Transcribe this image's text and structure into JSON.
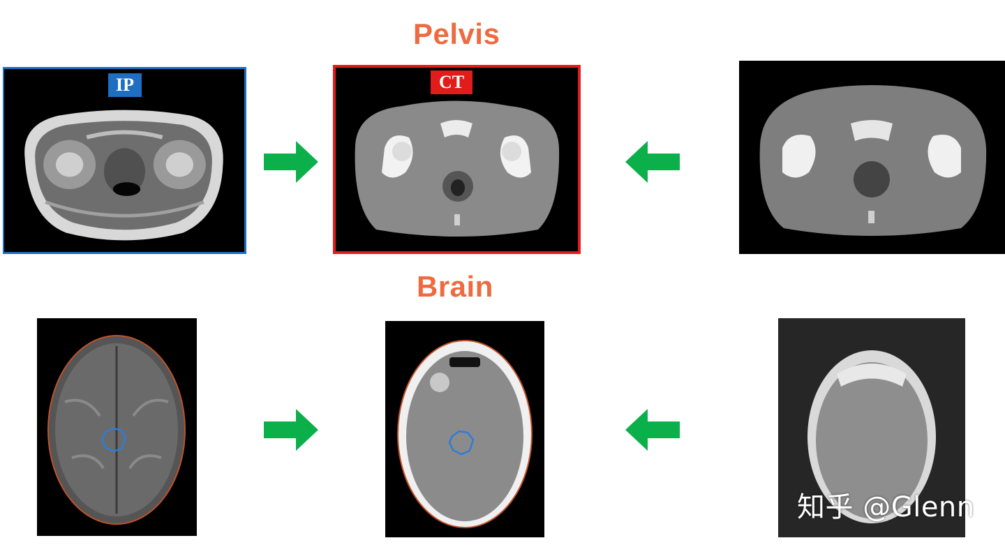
{
  "titles": {
    "pelvis": "Pelvis",
    "brain": "Brain"
  },
  "tags": {
    "ip": "IP",
    "ct": "CT"
  },
  "watermark": "知乎 @Glenn",
  "colors": {
    "title": "#ED6B3F",
    "ip_border": "#1E6EC1",
    "ct_border": "#E21B1B",
    "arrow": "#0BB04B",
    "contour_outer": "#C0522A",
    "contour_inner": "#2F7CD6"
  },
  "icons": {
    "arrow_right": "arrow-right-icon",
    "arrow_left": "arrow-left-icon"
  }
}
